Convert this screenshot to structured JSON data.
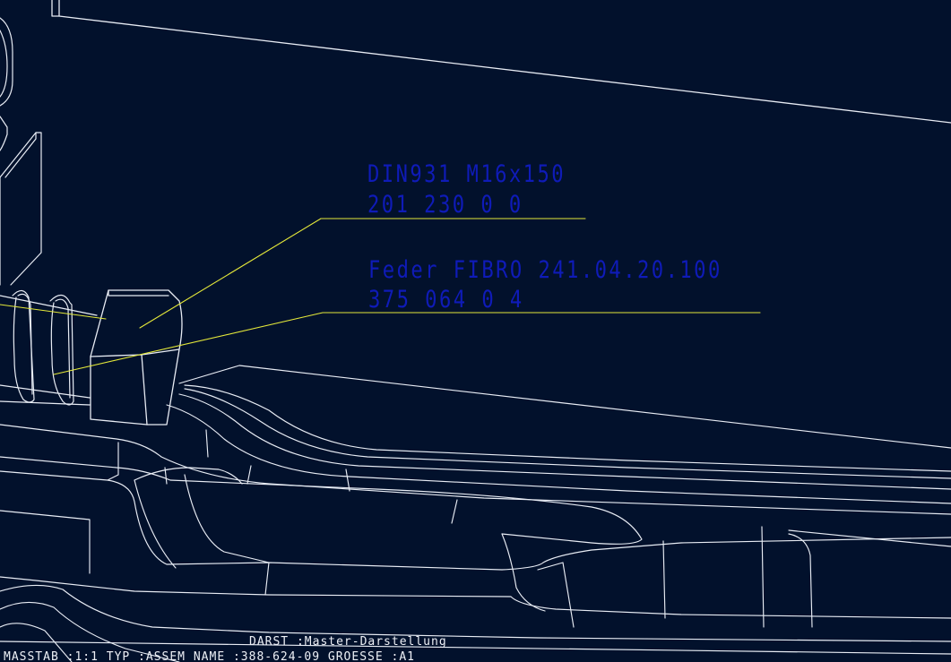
{
  "colors": {
    "background": "#02112c",
    "geometry": "#e8ecf4",
    "leader": "#e4e83a",
    "note_text": "#0f1bb8",
    "status_text": "#eef0f6"
  },
  "annotations": [
    {
      "line1": "DIN931 M16x150",
      "line2": "201 230 0 0"
    },
    {
      "line1": "Feder FIBRO 241.04.20.100",
      "line2": "375 064 0 4"
    }
  ],
  "status": {
    "darst": "DARST :Master-Darstellung",
    "drawing_info": "MASSTAB :1:1     TYP :ASSEM  NAME :388-624-09  GROESSE :A1"
  }
}
